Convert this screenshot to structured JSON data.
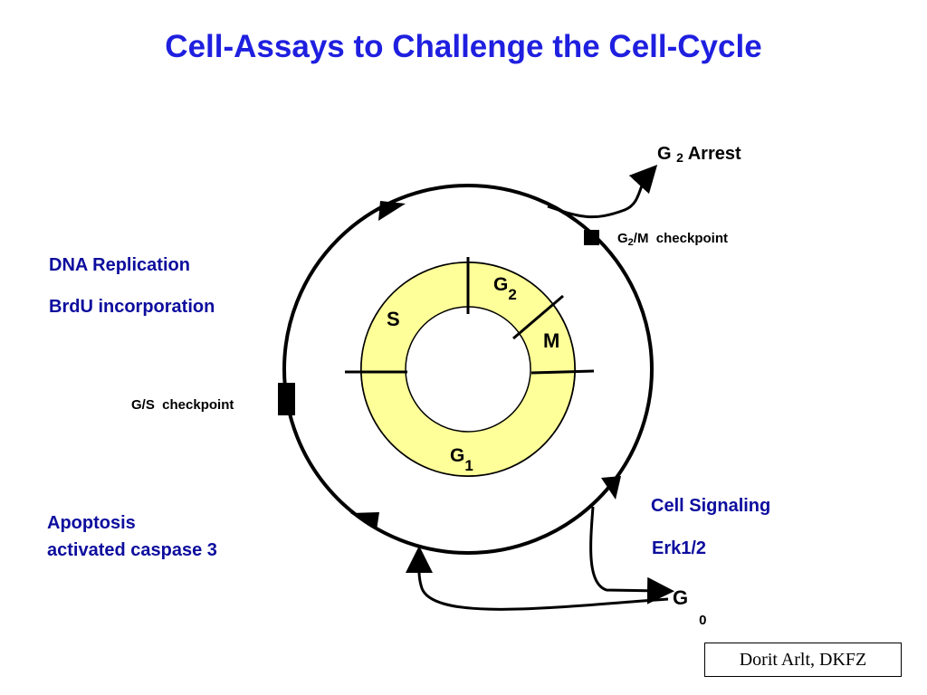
{
  "title": "Cell-Assays to Challenge the Cell-Cycle",
  "phases": {
    "g2": {
      "letter": "G",
      "sub": "2"
    },
    "m": "M",
    "s": "S",
    "g1": {
      "letter": "G",
      "sub": "1"
    }
  },
  "checkpoints": {
    "g2m": {
      "prefix": "G",
      "sub": "2",
      "suffix": "/M  checkpoint"
    },
    "gs": "G/S  checkpoint"
  },
  "exits": {
    "g2_arrest": {
      "prefix": "G",
      "sub": "2",
      "suffix": " Arrest"
    },
    "g0": {
      "letter": "G",
      "sub": "0"
    }
  },
  "assays": {
    "dna_replication": "DNA Replication",
    "brdu": "BrdU incorporation",
    "apoptosis": "Apoptosis",
    "caspase": "activated caspase 3",
    "cell_signaling": "Cell Signaling",
    "erk": "Erk1/2"
  },
  "credit": "Dorit Arlt, DKFZ",
  "colors": {
    "title": "#1f1fe0",
    "assay_text": "#0d0d9e",
    "ring_fill": "#ffff99"
  }
}
